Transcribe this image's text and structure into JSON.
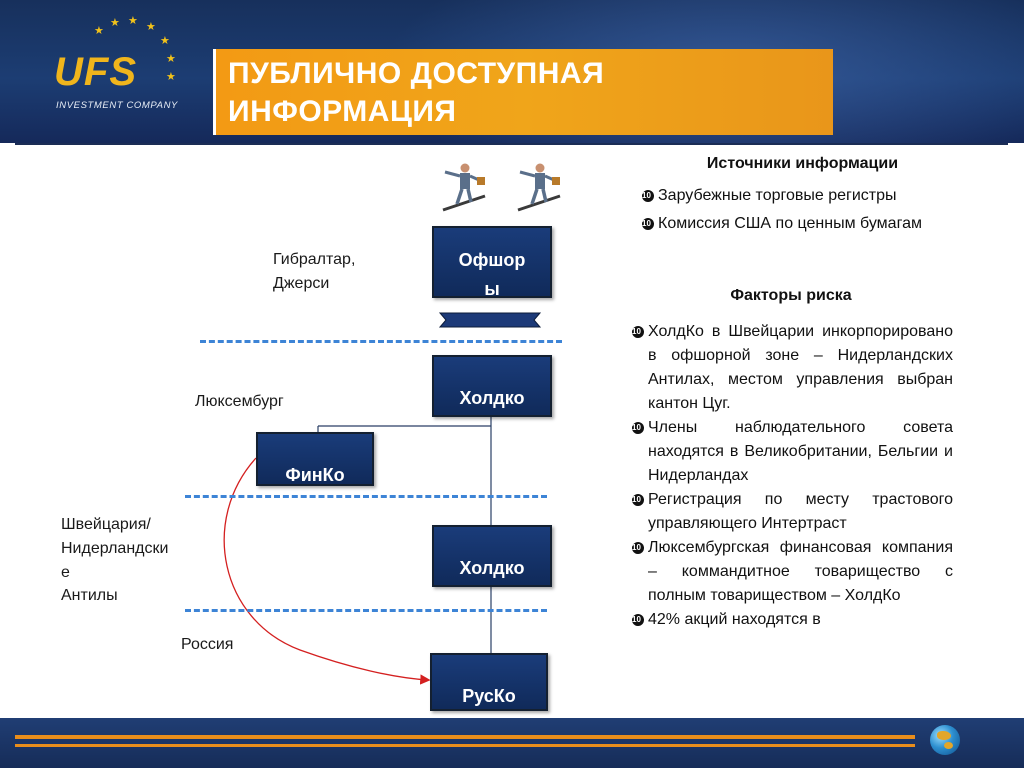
{
  "header": {
    "logo_text": "UFS",
    "logo_subtitle": "INVESTMENT COMPANY",
    "title": "ПУБЛИЧНО ДОСТУПНАЯ ИНФОРМАЦИЯ"
  },
  "diagram": {
    "nodes": {
      "offshore": "Офшор",
      "offshore_extra": "ы",
      "holdco_top": "Холдко",
      "finco": "ФинКо",
      "holdco_mid": "Холдко",
      "rusco": "РусКо"
    },
    "labels": {
      "gibraltar": "Гибралтар,",
      "jersey": "Джерси",
      "luxembourg": "Люксембург",
      "swiss_1": "Швейцария/",
      "swiss_2": "Нидерландски",
      "swiss_3": "е",
      "swiss_4": "Антилы",
      "russia": "Россия"
    }
  },
  "sources": {
    "title": "Источники информации",
    "items": [
      "Зарубежные торговые регистры",
      "Комиссия США  по ценным бумагам"
    ]
  },
  "risks": {
    "title": "Факторы риска",
    "items": [
      "ХолдКо в Швейцарии инкорпорировано в офшорной зоне – Нидерландских Антилах, местом управления выбран кантон Цуг.",
      "Члены наблюдательного совета находятся в Великобритании, Бельгии и Нидерландах",
      "Регистрация по месту трастового управляющего Интертраст",
      " Люксембургская финансовая компания – коммандитное товарищество с полным товариществом – ХолдКо",
      "42% акций находятся в"
    ]
  },
  "colors": {
    "header_bg": "#1c3d73",
    "title_bg": "#f0a51a",
    "node_bg": "#15336b",
    "dash": "#3d84d6",
    "arrow": "#d42020",
    "footer_stripe": "#e98e1c"
  },
  "icons": [
    "star-icon",
    "businessman-icon",
    "bullet-icon",
    "globe-icon"
  ]
}
